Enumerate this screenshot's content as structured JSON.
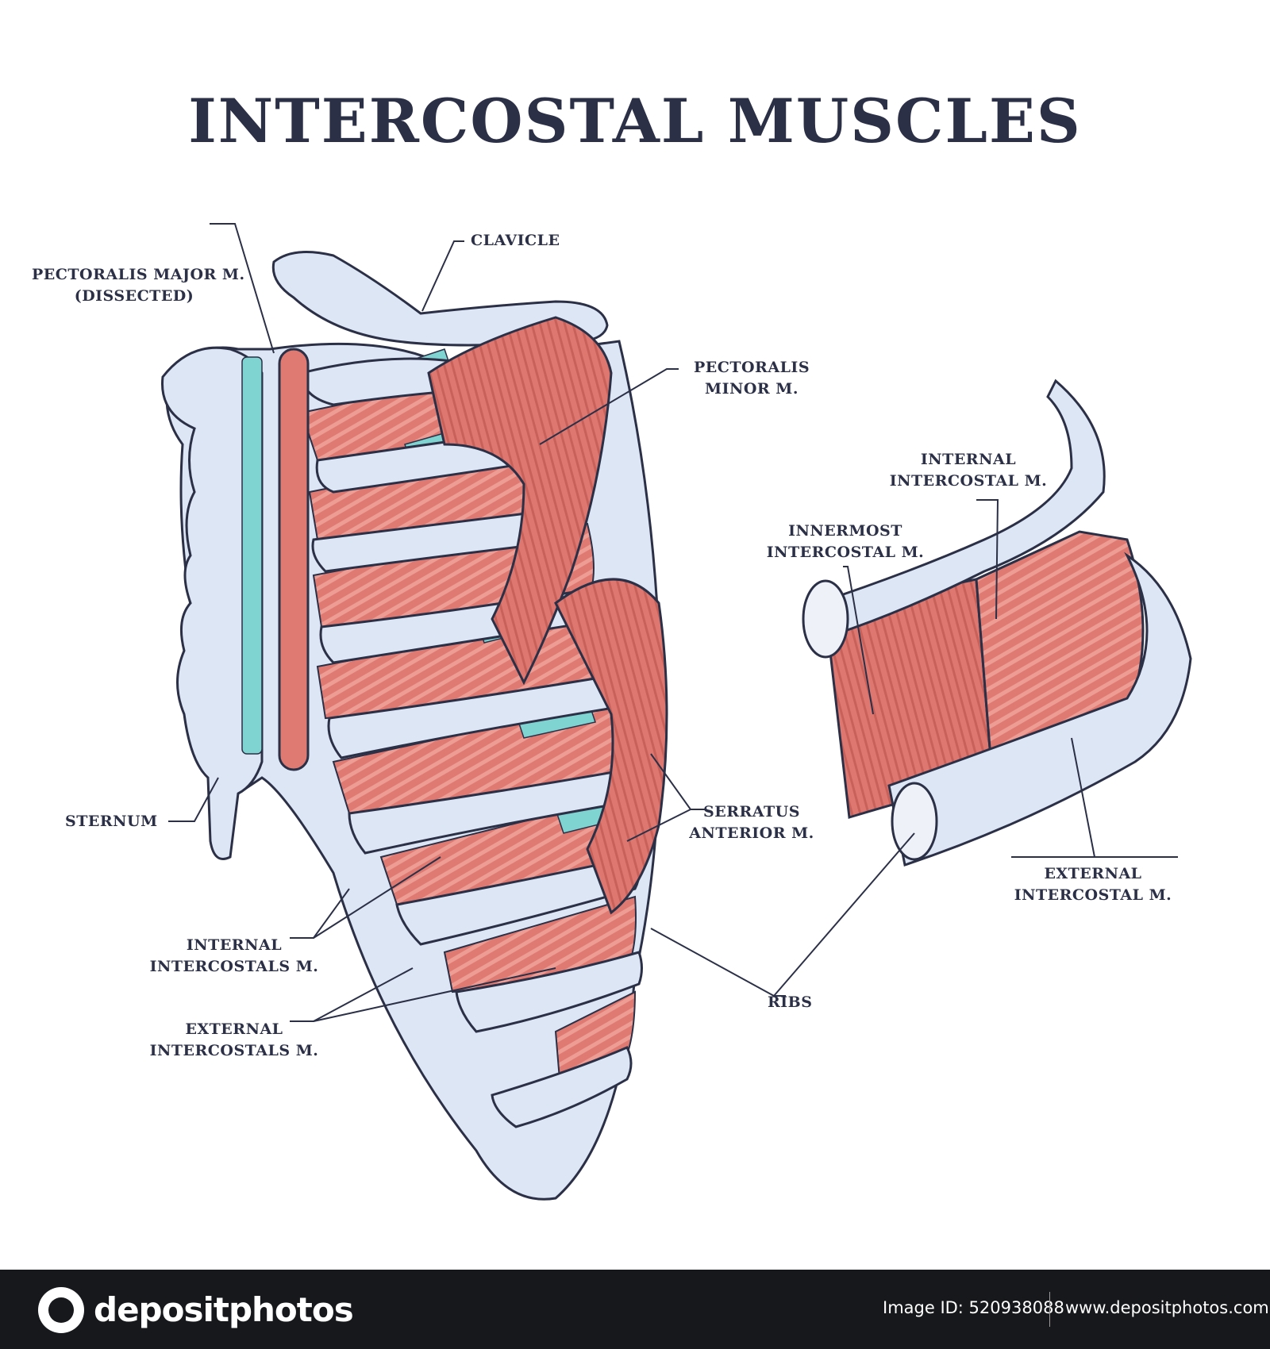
{
  "title": "INTERCOSTAL MUSCLES",
  "labels": {
    "clavicle": "CLAVICLE",
    "pectoralis_major": "PECTORALIS MAJOR M.",
    "pectoralis_major_note": "(DISSECTED)",
    "pectoralis_minor_1": "PECTORALIS",
    "pectoralis_minor_2": "MINOR M.",
    "sternum": "STERNUM",
    "serratus_1": "SERRATUS",
    "serratus_2": "ANTERIOR M.",
    "internal_intercostals_1": "INTERNAL",
    "internal_intercostals_2": "INTERCOSTALS M.",
    "external_intercostals_1": "EXTERNAL",
    "external_intercostals_2": "INTERCOSTALS M.",
    "ribs": "RIBS",
    "detail_internal_1": "INTERNAL",
    "detail_internal_2": "INTERCOSTAL M.",
    "detail_innermost_1": "INNERMOST",
    "detail_innermost_2": "INTERCOSTAL M.",
    "detail_external_1": "EXTERNAL",
    "detail_external_2": "INTERCOSTAL M."
  },
  "footer": {
    "brand": "depositphotos",
    "image_id": "Image ID: 520938088",
    "site": "www.depositphotos.com"
  },
  "colors": {
    "bone": "#dde6f4",
    "muscle": "#df7a72",
    "cartilage": "#7fd3d0",
    "outline": "#2b3047"
  }
}
